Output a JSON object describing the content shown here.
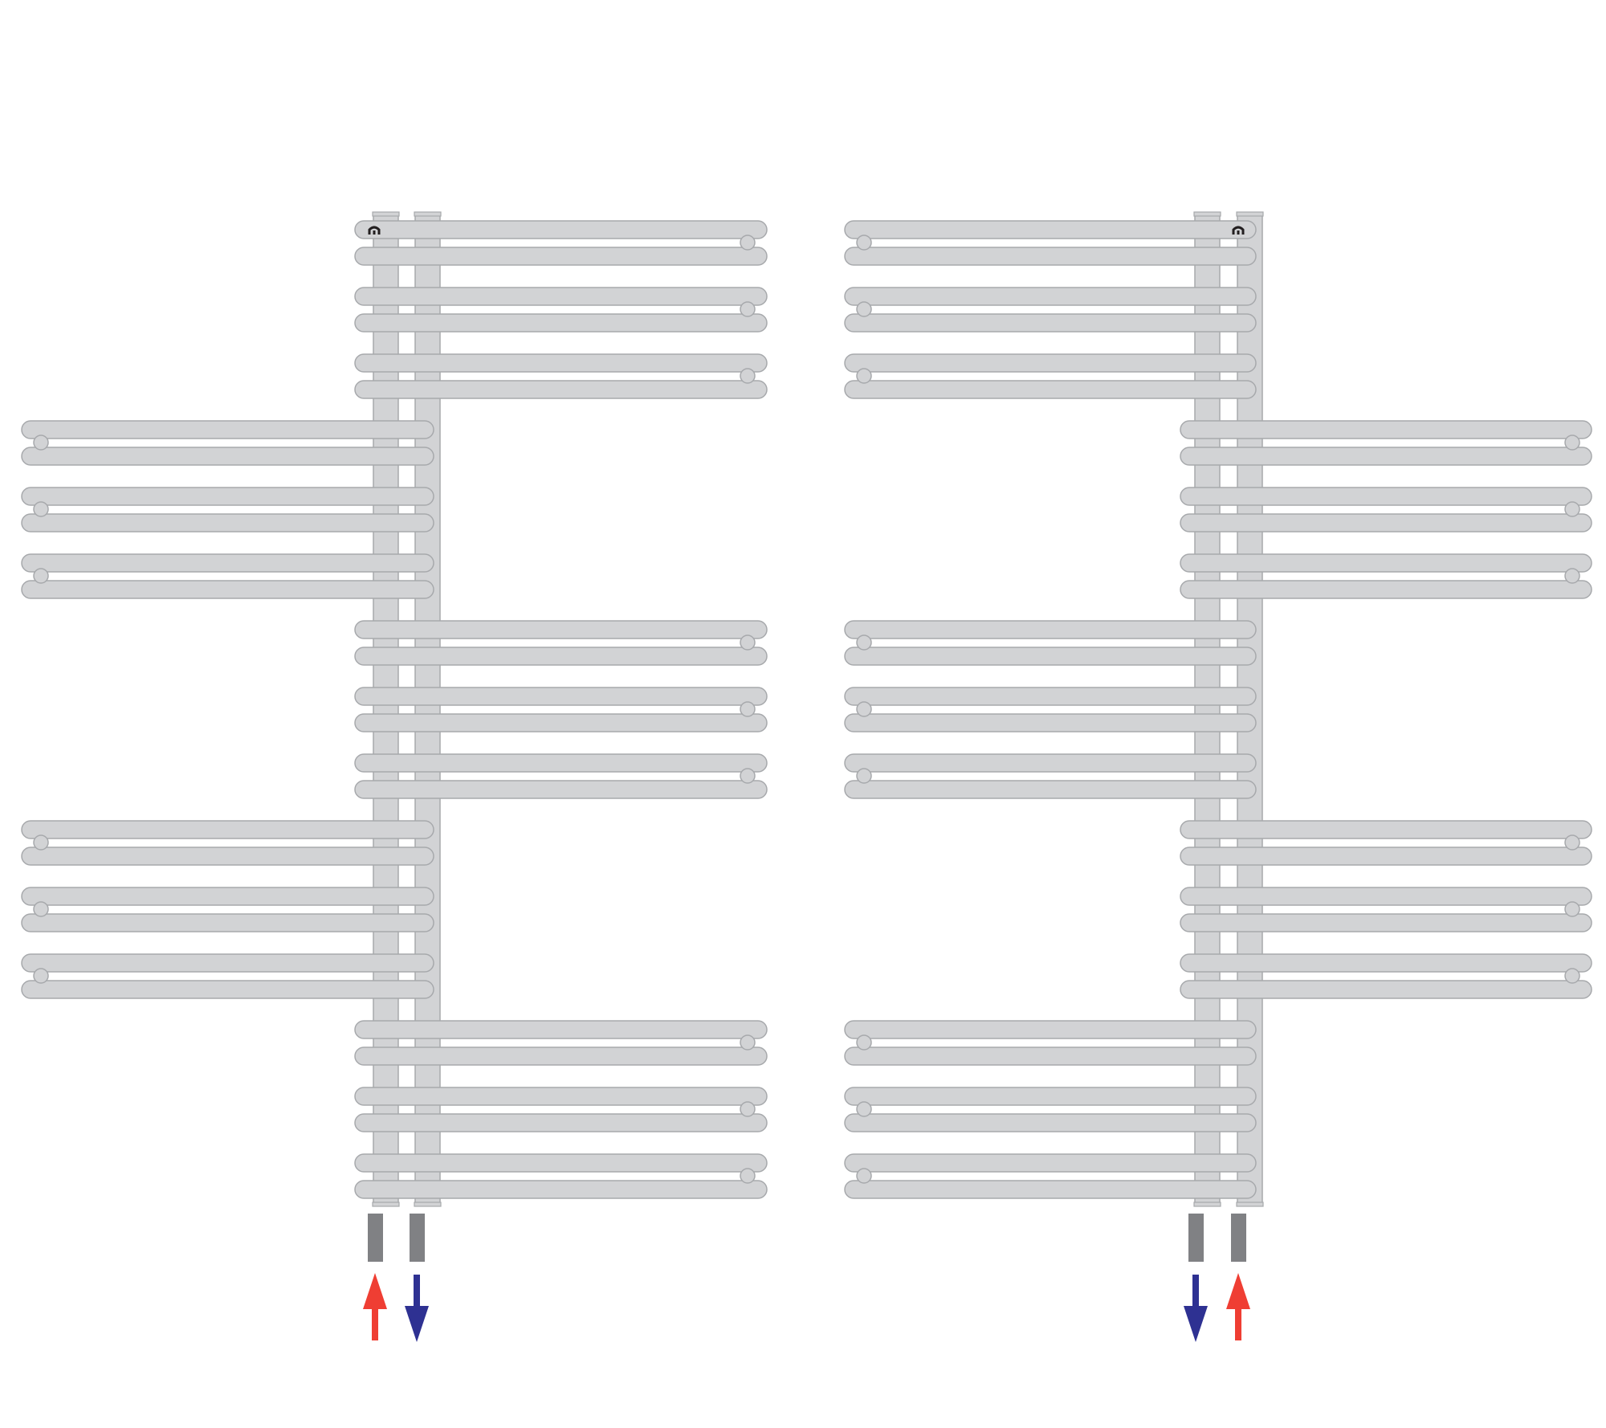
{
  "diagram": {
    "type": "radiator-connection-diagram",
    "background": "#ffffff",
    "colors": {
      "tube_fill": "#d2d3d5",
      "tube_stroke": "#a7a9ac",
      "connection_pipe": "#808184",
      "flow_arrow": "#ef3e33",
      "return_arrow": "#2e3192",
      "air_vent": "#231f20"
    },
    "radiators": [
      {
        "name": "left-radiator",
        "collector_side": "left",
        "bars_per_group": 3,
        "group_layout": [
          "right",
          "left",
          "right",
          "left",
          "right"
        ],
        "connections": [
          {
            "name": "flow",
            "arrow": "up",
            "color": "#ef3e33"
          },
          {
            "name": "return",
            "arrow": "down",
            "color": "#2e3192"
          }
        ],
        "air_vent": "top-left"
      },
      {
        "name": "right-radiator",
        "collector_side": "right",
        "bars_per_group": 3,
        "group_layout": [
          "left",
          "right",
          "left",
          "right",
          "left"
        ],
        "connections": [
          {
            "name": "return",
            "arrow": "down",
            "color": "#2e3192"
          },
          {
            "name": "flow",
            "arrow": "up",
            "color": "#ef3e33"
          }
        ],
        "air_vent": "top-right"
      }
    ]
  }
}
